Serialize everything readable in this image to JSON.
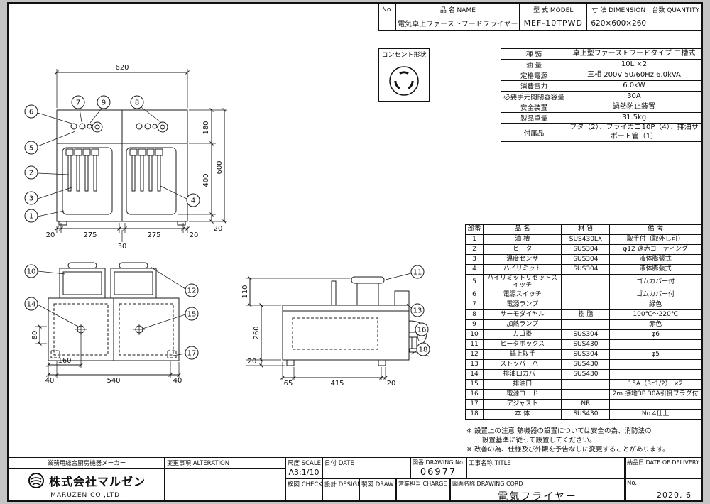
{
  "header_table": {
    "col_no": "No.",
    "col_name": "品 名 NAME",
    "col_model": "型 式 MODEL",
    "col_dim": "寸 法 DIMENSION",
    "col_qty": "台数 QUANTITY",
    "name": "電気卓上ファーストフードフライヤー",
    "model": "MEF-10TPWD",
    "dim": "620×600×260"
  },
  "outlet": {
    "label": "コンセント形状"
  },
  "spec_table": {
    "rows": [
      {
        "label": "種 類",
        "value": "卓上型ファーストフードタイプ 二槽式"
      },
      {
        "label": "油 量",
        "value": "10L ×2"
      },
      {
        "label": "定格電源",
        "value": "三相 200V 50/60Hz 6.0kVA"
      },
      {
        "label": "消費電力",
        "value": "6.0kW"
      },
      {
        "label": "必要手元開閉器容量",
        "value": "30A"
      },
      {
        "label": "安全装置",
        "value": "過熱防止装置"
      },
      {
        "label": "製品重量",
        "value": "31.5kg"
      },
      {
        "label": "付属品",
        "value": "フタ（2）、フライカゴ10P（4）、排油サポート管（1）"
      }
    ]
  },
  "parts_table": {
    "col_no": "部番",
    "col_name": "品 名",
    "col_material": "材 質",
    "col_note": "備 考",
    "rows": [
      {
        "no": "1",
        "name": "油 槽",
        "material": "SUS430LX",
        "note": "取手付（取外し可）"
      },
      {
        "no": "2",
        "name": "ヒータ",
        "material": "SUS304",
        "note": "φ12 遠赤コーティング"
      },
      {
        "no": "3",
        "name": "温度センサ",
        "material": "SUS304",
        "note": "液体膨張式"
      },
      {
        "no": "4",
        "name": "ハイリミット",
        "material": "SUS304",
        "note": "液体膨張式"
      },
      {
        "no": "5",
        "name": "ハイリミットリセットスイッチ",
        "material": "",
        "note": "ゴムカバー付"
      },
      {
        "no": "6",
        "name": "電源スイッチ",
        "material": "",
        "note": "ゴムカバー付"
      },
      {
        "no": "7",
        "name": "電源ランプ",
        "material": "",
        "note": "緑色"
      },
      {
        "no": "8",
        "name": "サーモダイヤル",
        "material": "樹 脂",
        "note": "100℃～220℃"
      },
      {
        "no": "9",
        "name": "加熱ランプ",
        "material": "",
        "note": "赤色"
      },
      {
        "no": "10",
        "name": "カゴ掛",
        "material": "SUS304",
        "note": "φ6"
      },
      {
        "no": "11",
        "name": "ヒータボックス",
        "material": "SUS430",
        "note": ""
      },
      {
        "no": "12",
        "name": "鍋上取手",
        "material": "SUS304",
        "note": "φ5"
      },
      {
        "no": "13",
        "name": "ストッパーバー",
        "material": "SUS430",
        "note": ""
      },
      {
        "no": "14",
        "name": "排油口カバー",
        "material": "SUS430",
        "note": ""
      },
      {
        "no": "15",
        "name": "排油口",
        "material": "",
        "note": "15A（Rc1/2） ×2"
      },
      {
        "no": "16",
        "name": "電源コード",
        "material": "",
        "note": "2m 接地3P 30A引掛プラグ付"
      },
      {
        "no": "17",
        "name": "アジャスト",
        "material": "NR",
        "note": ""
      },
      {
        "no": "18",
        "name": "本 体",
        "material": "SUS430",
        "note": "No.4仕上"
      }
    ]
  },
  "notes": {
    "lines": [
      "※ 設置上の注意 熱機器の設置については安全の為、消防法の",
      "設置基準に従って設置してください。",
      "※ 改善の為、仕様及び外観を予告なしに変更することがあります。"
    ]
  },
  "title_block": {
    "maker_tagline": "業務用総合厨房機器メーカー",
    "maker_name": "株式会社マルゼン",
    "maker_name_en": "MARUZEN CO.,LTD.",
    "alteration": "変更事項 ALTERATION",
    "scale_label": "尺度 SCALE",
    "scale_value": "A3:1/10",
    "date_label": "日付 DATE",
    "dwg_no_label": "図番 DRAWING No.",
    "dwg_no_value": "06977",
    "title_label": "工事名称 TITLE",
    "delivery_label": "納品日 DATE OF DELIVERY",
    "check_label": "検図 CHECK",
    "design_label": "設計 DESIGN",
    "draw_label": "製図 DRAW",
    "charge_label": "営業担当 CHARGE",
    "dwg_name_label": "図面名称 DRAWING CORD",
    "dwg_name_value": "電気フライヤー",
    "no_label": "No.",
    "issue_date": "2020. 6"
  },
  "views": {
    "front": {
      "dim_width": "620",
      "dim_h_panel": "180",
      "dim_h_tank": "400",
      "dim_h_total": "600",
      "dim_foot": "20",
      "dim_b_left": "20",
      "dim_b_tank1": "275",
      "dim_gap": "30",
      "dim_b_tank2": "275",
      "dim_b_right": "20",
      "callouts": [
        "1",
        "2",
        "3",
        "4",
        "5",
        "6",
        "7",
        "8",
        "9"
      ]
    },
    "top": {
      "dim_left": "80",
      "dim_160": "160",
      "dim_40a": "40",
      "dim_540": "540",
      "dim_40b": "40",
      "callouts": [
        "10",
        "12",
        "14",
        "15",
        "17"
      ]
    },
    "side": {
      "dim_110": "110",
      "dim_260": "260",
      "dim_20v": "20",
      "dim_65": "65",
      "dim_415": "415",
      "dim_20b": "20",
      "callouts": [
        "11",
        "13",
        "16",
        "18"
      ]
    }
  }
}
